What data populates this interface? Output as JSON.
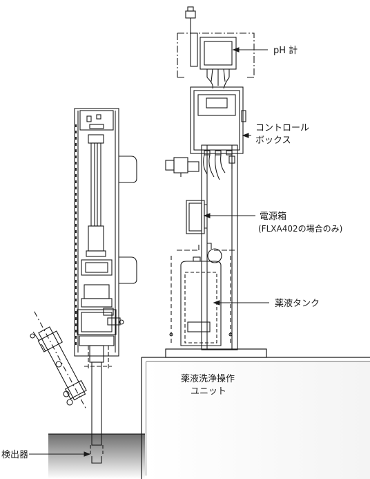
{
  "labels": {
    "ph_meter": "pH 計",
    "control_box_line1": "コントロール",
    "control_box_line2": "ボックス",
    "power_box_line1": "電源箱",
    "power_box_line2": "(FLXA402の場合のみ)",
    "chemical_tank": "薬液タンク",
    "wash_unit_line1": "薬液洗浄操作",
    "wash_unit_line2": "ユニット",
    "detector": "検出器"
  },
  "colors": {
    "line": "#1a1a1a",
    "ground_dark": "#7a7a7a",
    "ground_light": "#f2f2f2"
  }
}
